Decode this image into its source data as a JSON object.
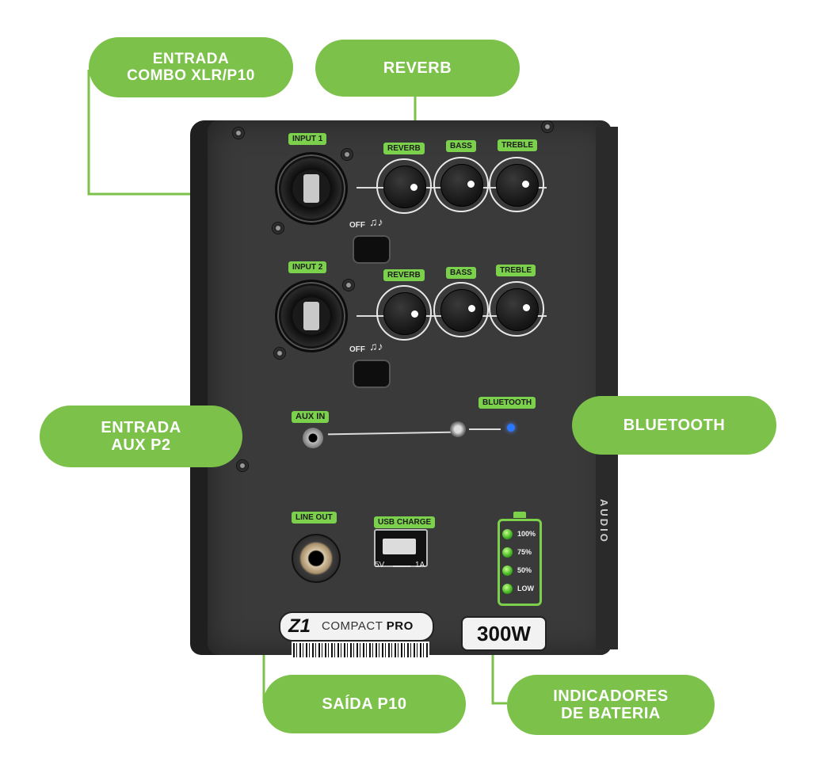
{
  "callouts": {
    "xlr": "ENTRADA\nCOMBO XLR/P10",
    "reverb": "REVERB",
    "aux": "ENTRADA\nAUX P2",
    "bluetooth": "BLUETOOTH",
    "line_out": "SAÍDA P10",
    "battery": "INDICADORES\nDE BATERIA"
  },
  "panel": {
    "input1": "INPUT 1",
    "input2": "INPUT 2",
    "reverb": "REVERB",
    "bass": "BASS",
    "treble": "TREBLE",
    "off": "OFF",
    "aux_in": "AUX IN",
    "bluetooth": "BLUETOOTH",
    "line_out": "LINE OUT",
    "usb_charge": "USB CHARGE",
    "usb_rating_v": "5V",
    "usb_rating_a": "1A",
    "battery_levels": [
      "100%",
      "75%",
      "50%",
      "LOW"
    ],
    "model_z1": "Z1",
    "model_compact": "COMPACT",
    "model_pro": "PRO",
    "power": "300W",
    "brand": "AUDIO"
  },
  "colors": {
    "accent": "#7bc14a",
    "label": "#7bd14b",
    "panel": "#3a3a3a",
    "bt_led": "#2a78ff"
  }
}
